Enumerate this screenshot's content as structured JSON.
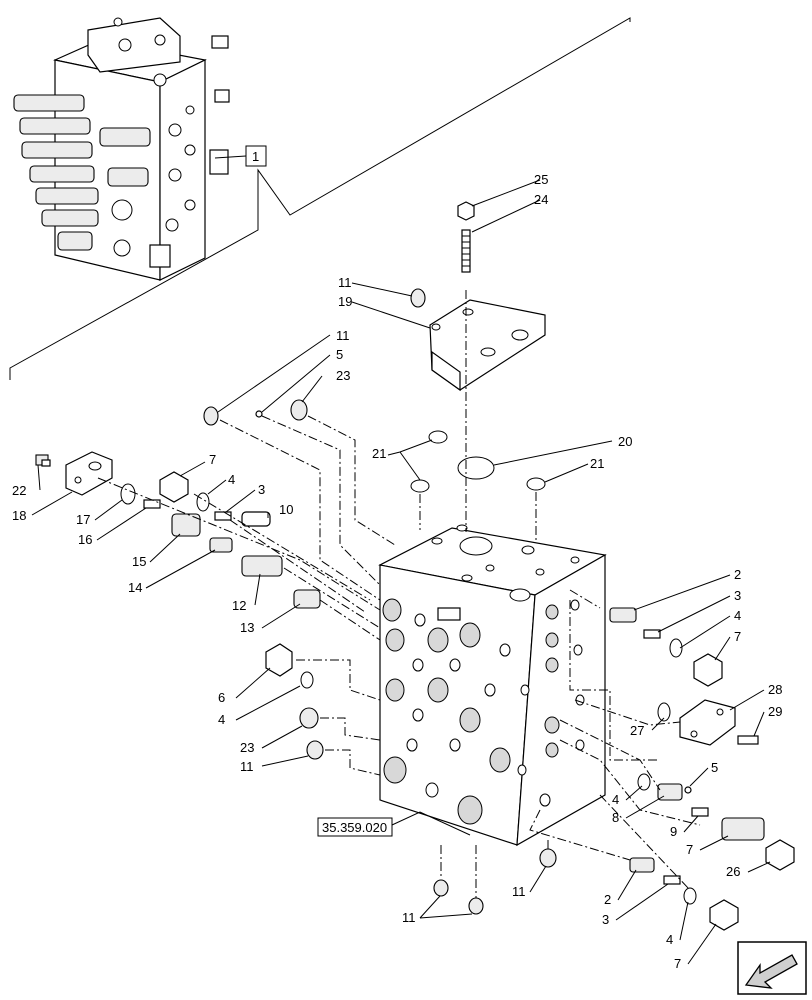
{
  "callouts": {
    "c1": "1",
    "c25": "25",
    "c24": "24",
    "c11_cover": "11",
    "c19": "19",
    "c11_top": "11",
    "c5_top": "5",
    "c23_top": "23",
    "c21_left": "21",
    "c20": "20",
    "c21_right": "21",
    "c22": "22",
    "c18": "18",
    "c17": "17",
    "c16": "16",
    "c7_top": "7",
    "c4_top": "4",
    "c3_top": "3",
    "c10": "10",
    "c15": "15",
    "c14": "14",
    "c12": "12",
    "c13": "13",
    "c6": "6",
    "c4_mid": "4",
    "c23_mid": "23",
    "c11_mid": "11",
    "c2_right": "2",
    "c3_right": "3",
    "c4_right": "4",
    "c7_right": "7",
    "c28": "28",
    "c29": "29",
    "c27": "27",
    "c5_low": "5",
    "c4_low": "4",
    "c8": "8",
    "c9": "9",
    "c7_low": "7",
    "c26": "26",
    "c11_bottom": "11",
    "c11_bottom2": "11",
    "c2_bottom": "2",
    "c3_bottom": "3",
    "c4_bottom": "4",
    "c7_bottom": "7"
  },
  "reference": "35.359.020",
  "icons": {
    "nav_arrow": "arrow-down-left-icon"
  }
}
